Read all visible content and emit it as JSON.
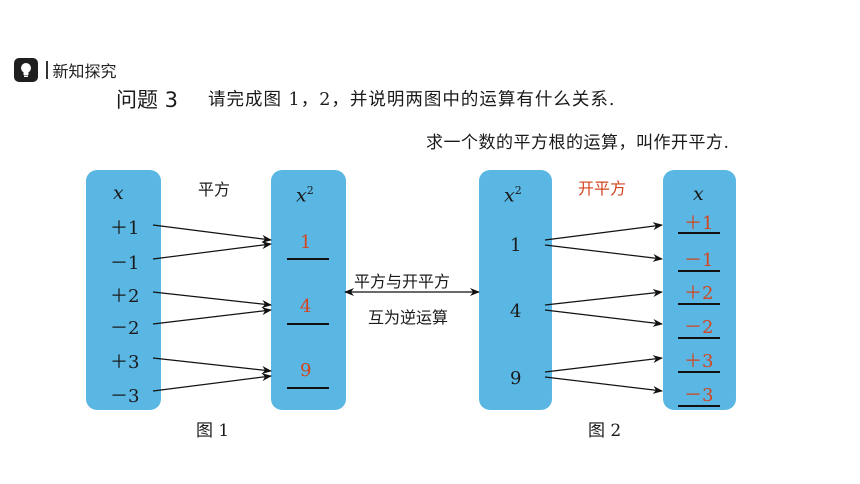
{
  "header": {
    "icon": "lightbulb-icon",
    "section_label": "新知探究"
  },
  "question": {
    "title": "问题 3",
    "text": "请完成图 1，2，并说明两图中的运算有什么关系."
  },
  "note": "求一个数的平方根的运算，叫作开平方.",
  "figure1": {
    "op_label": "平方",
    "left_header": "x",
    "left_items": [
      "＋1",
      "－1",
      "＋2",
      "－2",
      "＋3",
      "－3"
    ],
    "right_header": "x",
    "right_header_exp": "2",
    "right_items": [
      "1",
      "4",
      "9"
    ],
    "caption": "图 1"
  },
  "figure2": {
    "op_label": "开平方",
    "left_header": "x",
    "left_header_exp": "2",
    "left_items": [
      "1",
      "4",
      "9"
    ],
    "right_header": "x",
    "right_items": [
      "＋1",
      "－1",
      "＋2",
      "－2",
      "＋3",
      "－3"
    ],
    "caption": "图 2"
  },
  "relation": {
    "line1": "平方与开平方",
    "line2": "互为逆运算"
  },
  "colors": {
    "panel_blue": "#5ab6e3",
    "answer_red": "#d2451e",
    "text_dark": "#1a1a1a"
  }
}
